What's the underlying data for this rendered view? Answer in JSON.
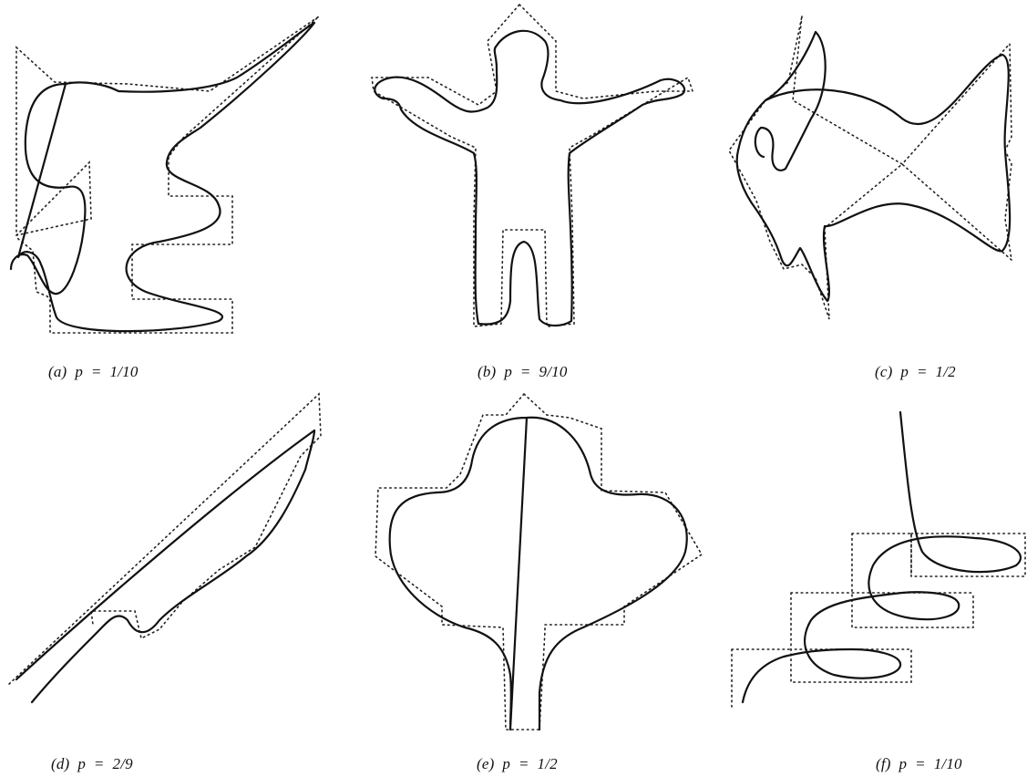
{
  "captions": {
    "a": "(a)  p  =  1/10",
    "b": "(b)  p  =  9/10",
    "c": "(c)  p  =  1/2",
    "d": "(d)  p  =  2/9",
    "e": "(e)  p  =  1/2",
    "f": "(f)  p  =  1/10"
  }
}
